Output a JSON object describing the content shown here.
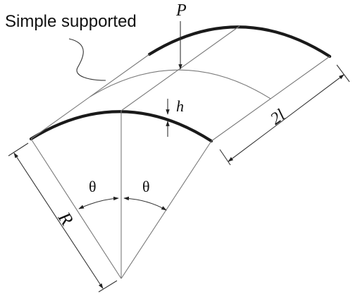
{
  "labels": {
    "support": "Simple supported",
    "load": "P",
    "thickness": "h",
    "length": "2l",
    "radius": "R",
    "angle_left": "θ",
    "angle_right": "θ"
  },
  "colors": {
    "thick_edge": "#1a1a1a",
    "construction": "#7a7a7a",
    "dimension": "#333333"
  }
}
